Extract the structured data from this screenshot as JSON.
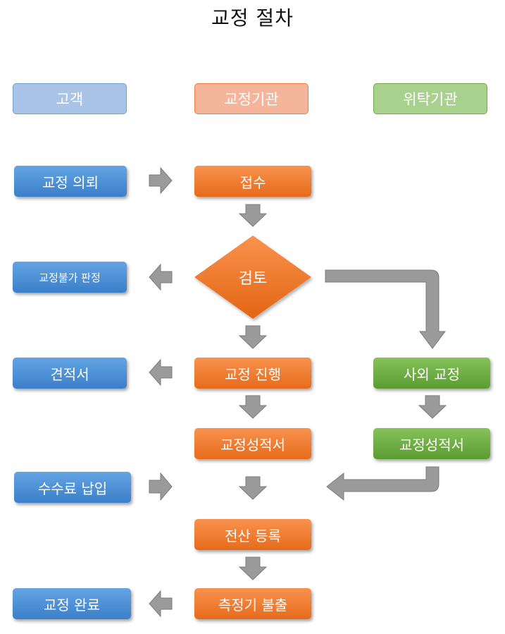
{
  "title": "교정 절차",
  "headers": {
    "customer": "고객",
    "calibration_agency": "교정기관",
    "outsourced_agency": "위탁기관"
  },
  "customer_steps": {
    "request": "교정 의뢰",
    "not_possible": "교정불가 판정",
    "quote": "견적서",
    "fee_payment": "수수료 납입",
    "complete": "교정 완료"
  },
  "agency_steps": {
    "receipt": "접수",
    "review": "검토",
    "in_progress": "교정 진행",
    "report": "교정성적서",
    "registration": "전산 등록",
    "release": "측정기 불출"
  },
  "outsourced_steps": {
    "external_calibration": "사외 교정",
    "report": "교정성적서"
  },
  "colors": {
    "customer": "#4a90d9",
    "agency": "#f07f2f",
    "outsourced": "#6aaa3f",
    "arrow": "#9a9a9a"
  }
}
